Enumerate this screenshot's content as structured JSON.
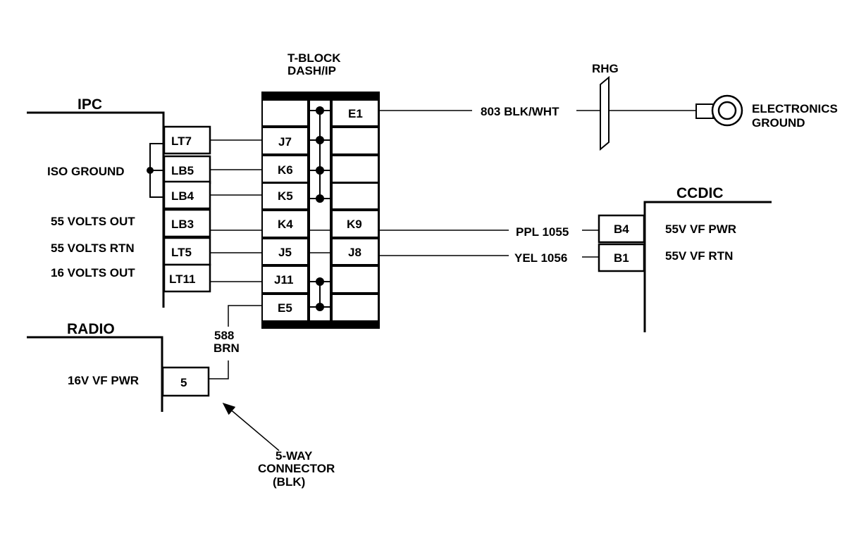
{
  "modules": {
    "ipc": "IPC",
    "radio": "RADIO",
    "ccdic": "CCDIC",
    "tblock_line1": "T-BLOCK",
    "tblock_line2": "DASH/IP",
    "rhg": "RHG"
  },
  "ipc_signals": {
    "iso_ground": "ISO GROUND",
    "v55_out": "55 VOLTS OUT",
    "v55_rtn": "55 VOLTS RTN",
    "v16_out": "16 VOLTS OUT"
  },
  "ipc_pins": [
    "LT7",
    "LB5",
    "LB4",
    "LB3",
    "LT5",
    "LT11"
  ],
  "tblock_left_pins": [
    "J7",
    "K6",
    "K5",
    "K4",
    "J5",
    "J11",
    "E5"
  ],
  "tblock_right_pins": [
    "E1",
    "K9",
    "J8"
  ],
  "radio": {
    "pin": "5",
    "signal": "16V VF PWR"
  },
  "wires": {
    "w803": "803 BLK/WHT",
    "w1055": "PPL 1055",
    "w1056": "YEL 1056",
    "w588_line1": "588",
    "w588_line2": "BRN"
  },
  "ground": {
    "line1": "ELECTRONICS",
    "line2": "GROUND"
  },
  "ccdic_pins": [
    "B4",
    "B1"
  ],
  "ccdic_signals": {
    "b4": "55V VF PWR",
    "b1": "55V VF RTN"
  },
  "connector_note": {
    "line1": "5-WAY",
    "line2": "CONNECTOR",
    "line3": "(BLK)"
  }
}
